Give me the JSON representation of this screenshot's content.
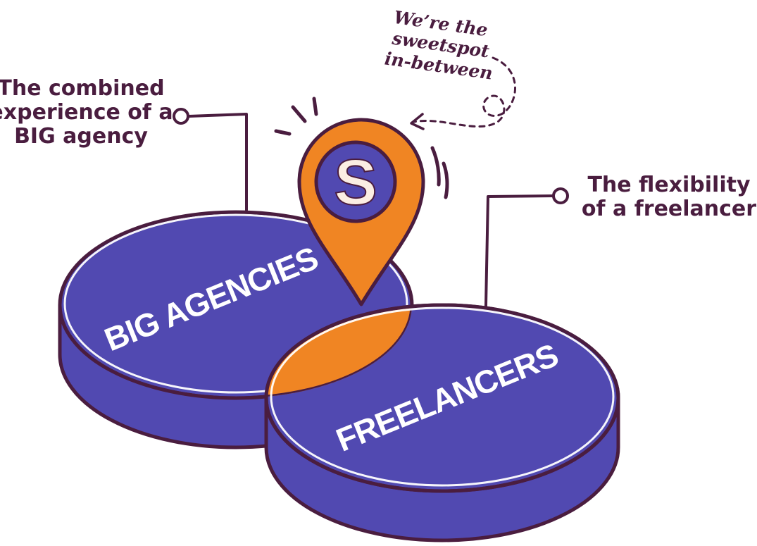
{
  "left_label": {
    "lines": [
      "The combined",
      "experience of a",
      "BIG agency"
    ]
  },
  "right_label": {
    "lines": [
      "The flexibility",
      "of a freelancer"
    ]
  },
  "handwritten_note": {
    "lines": [
      "We’re the",
      "sweetspot",
      "in-between"
    ]
  },
  "discs": {
    "left": "BIG AGENCIES",
    "right": "FREELANCERS"
  },
  "pin": {
    "letter": "S"
  },
  "colors": {
    "ink": "#4a1d3f",
    "disc": "#5149b1",
    "disc_text": "#ffffff",
    "accent": "#f08523",
    "pin_letter": "#fbeee3"
  }
}
